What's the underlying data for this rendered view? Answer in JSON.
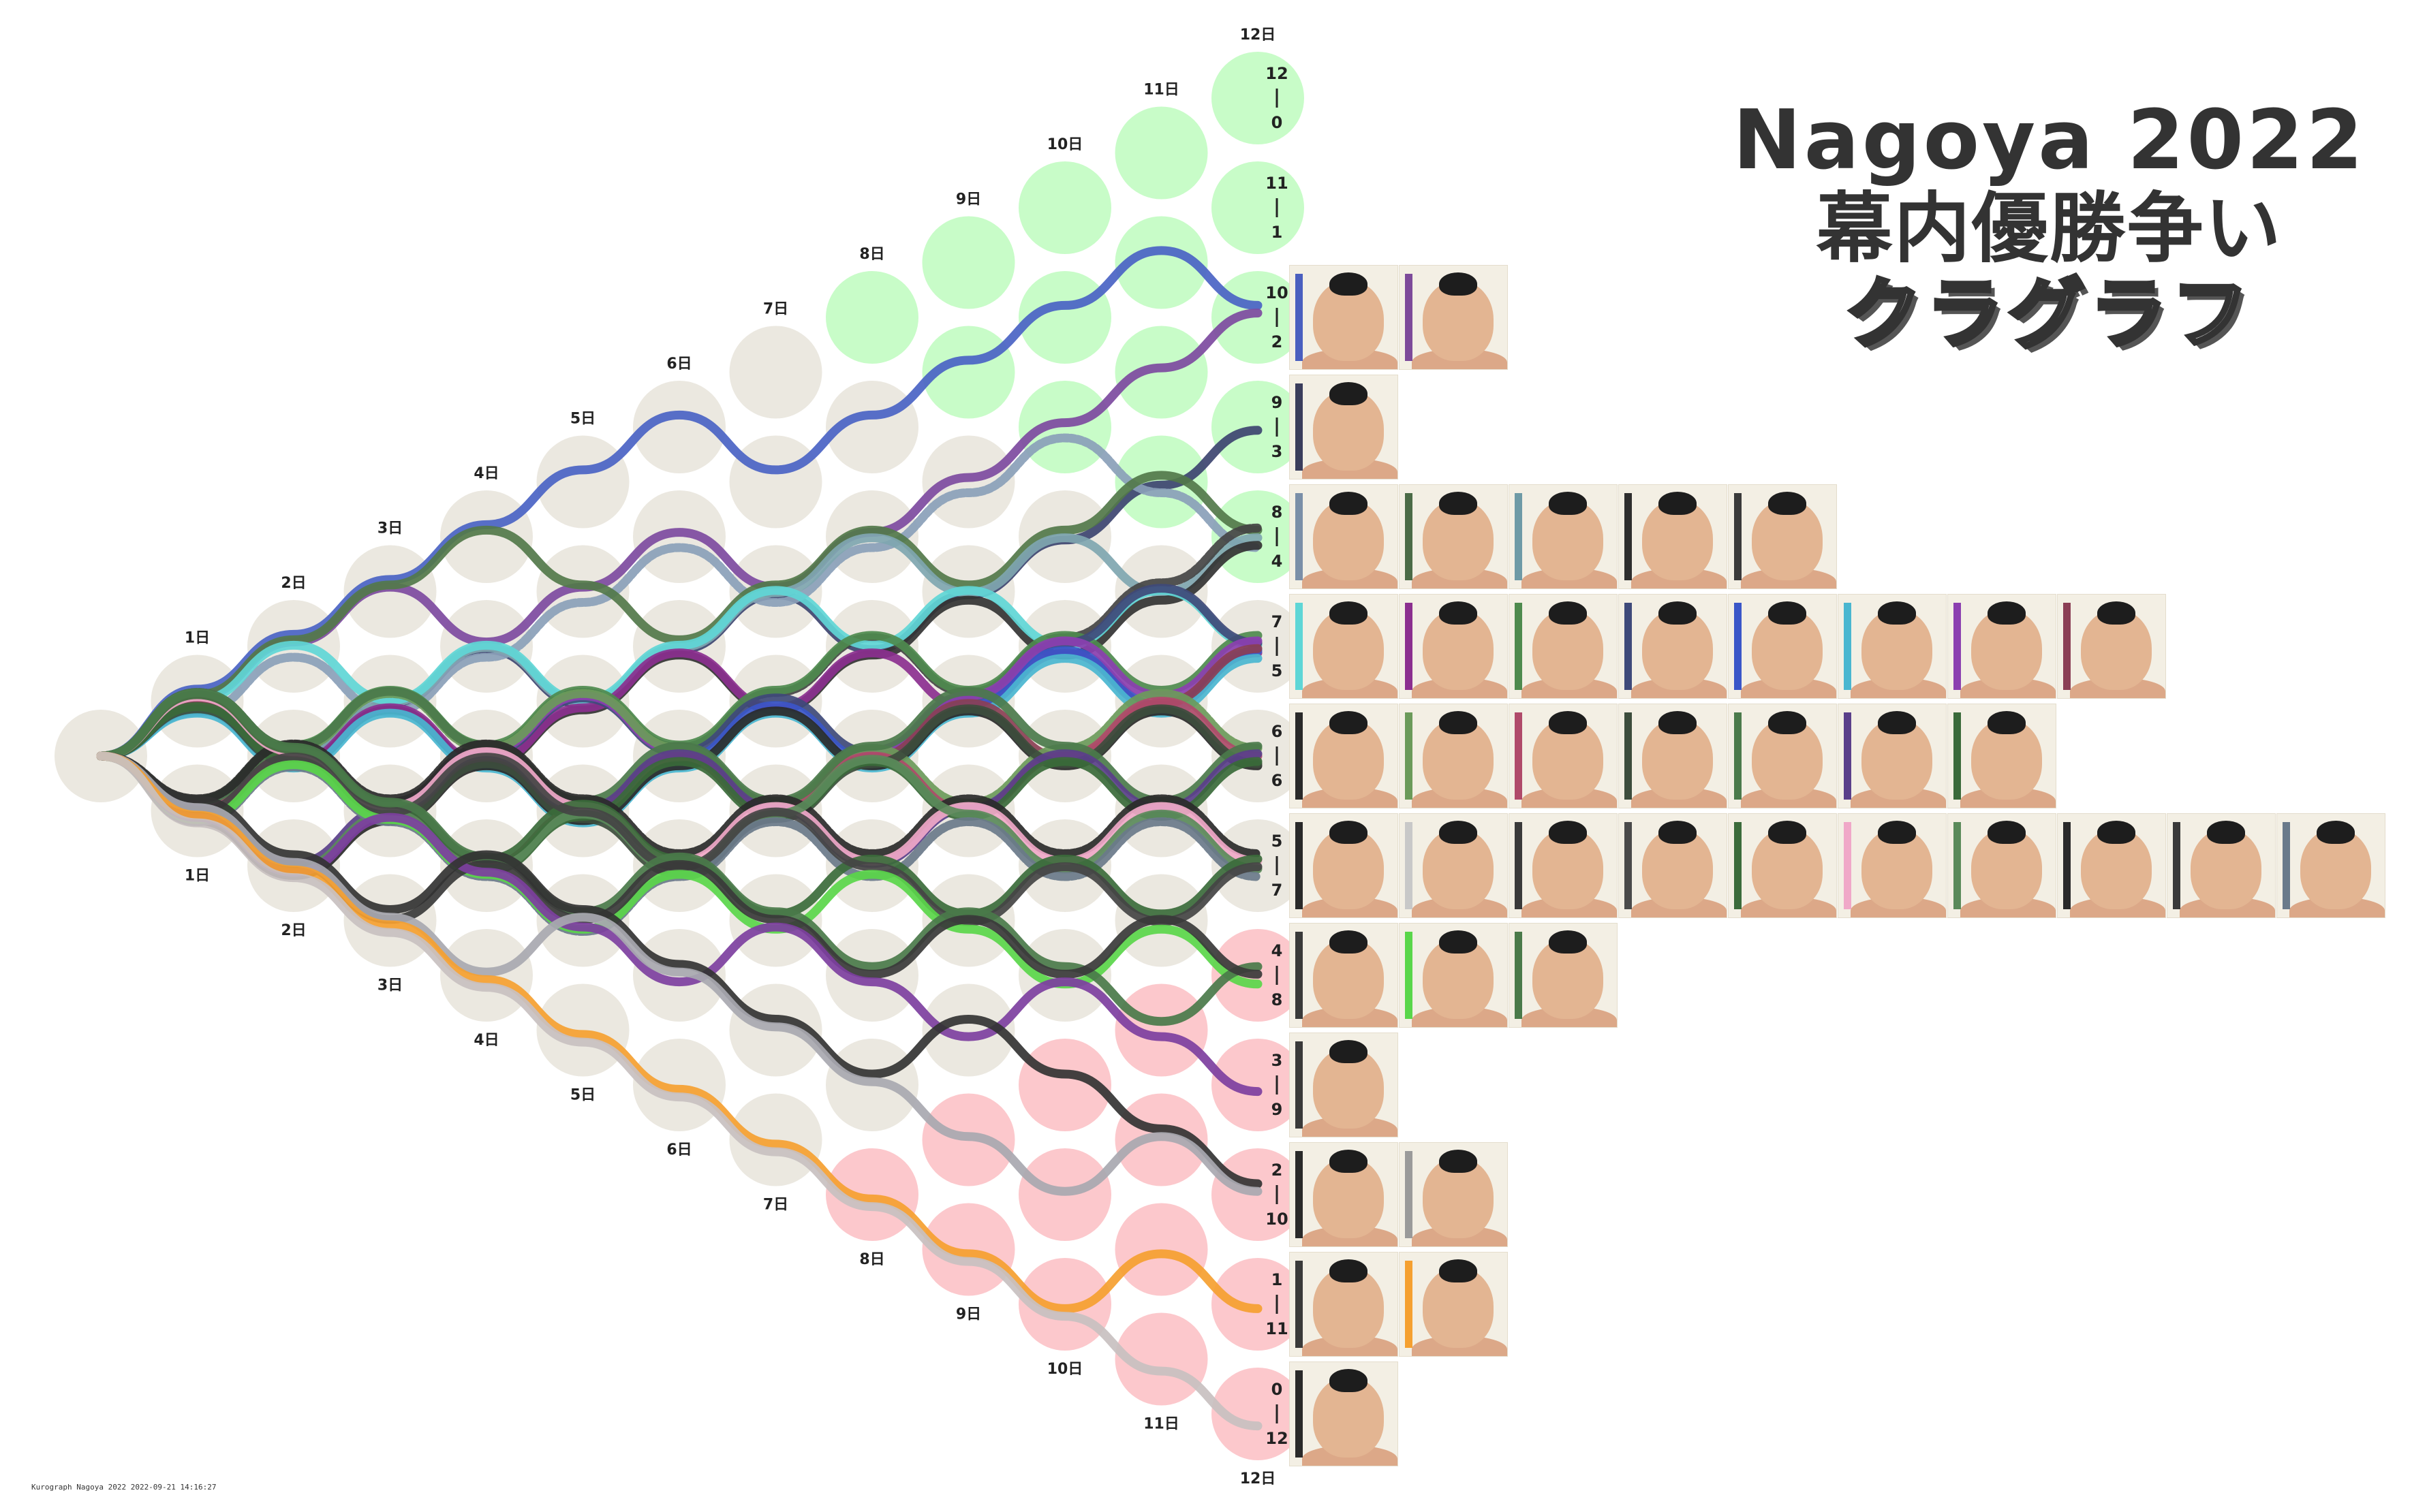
{
  "title": {
    "line1": "Nagoya 2022",
    "line2": "幕内優勝争い",
    "line3": "クラグラフ"
  },
  "footer": "Kurograph Nagoya 2022 2022-09-21 14:16:27",
  "colors": {
    "win_circle": "#c8fcc8",
    "loss_circle": "#fcc8cc",
    "neutral_circle": "#ebe8e0",
    "card_bg": "#f3efe4"
  },
  "chart_data": {
    "type": "tree",
    "days": 12,
    "day_labels_top": [
      "1日",
      "2日",
      "3日",
      "4日",
      "5日",
      "6日",
      "7日",
      "8日",
      "9日",
      "10日",
      "11日",
      "12日"
    ],
    "day_labels_bottom": [
      "1日",
      "2日",
      "3日",
      "4日",
      "5日",
      "6日",
      "7日",
      "8日",
      "9日",
      "10日",
      "11日",
      "12日"
    ],
    "records": [
      {
        "wins": "12",
        "losses": "0",
        "count": 0,
        "stripes": []
      },
      {
        "wins": "11",
        "losses": "1",
        "count": 0,
        "stripes": []
      },
      {
        "wins": "10",
        "losses": "2",
        "count": 2,
        "stripes": [
          "#4a5fbf",
          "#7d4a9a"
        ]
      },
      {
        "wins": "9",
        "losses": "3",
        "count": 1,
        "stripes": [
          "#3a3d5c"
        ]
      },
      {
        "wins": "8",
        "losses": "4",
        "count": 5,
        "stripes": [
          "#7a8fa8",
          "#4b6b47",
          "#6e9aa6",
          "#2e2e2e",
          "#3a3a3a"
        ]
      },
      {
        "wins": "7",
        "losses": "5",
        "count": 8,
        "stripes": [
          "#5fd6d6",
          "#8b2f8f",
          "#4e8a4e",
          "#3f4a7a",
          "#3a56c8",
          "#4ab6d0",
          "#8b3fb0",
          "#8b3f55"
        ]
      },
      {
        "wins": "6",
        "losses": "6",
        "count": 7,
        "stripes": [
          "#2a2a2a",
          "#6b9a5a",
          "#b04a6a",
          "#3d4d3d",
          "#4b7a4b",
          "#5a3f8a",
          "#3a6a3a"
        ]
      },
      {
        "wins": "5",
        "losses": "7",
        "count": 10,
        "stripes": [
          "#2a2a2a",
          "#c8c8c8",
          "#3a3a3a",
          "#4a4a4a",
          "#3b6b3b",
          "#f0a8c8",
          "#5a8a5a",
          "#2a2a2a",
          "#3a3a3a",
          "#6a7a8a"
        ]
      },
      {
        "wins": "4",
        "losses": "8",
        "count": 3,
        "stripes": [
          "#3a3a3a",
          "#5ad64a",
          "#4a7a4a"
        ]
      },
      {
        "wins": "3",
        "losses": "9",
        "count": 1,
        "stripes": [
          "#3a3a3a"
        ]
      },
      {
        "wins": "2",
        "losses": "10",
        "count": 2,
        "stripes": [
          "#2a2a2a",
          "#9a9a9a"
        ]
      },
      {
        "wins": "1",
        "losses": "11",
        "count": 2,
        "stripes": [
          "#3a3a3a",
          "#f5a030"
        ]
      },
      {
        "wins": "0",
        "losses": "12",
        "count": 1,
        "stripes": [
          "#2a2a2a"
        ]
      }
    ],
    "wrestler_paths": [
      {
        "color": "#4a63c4",
        "dashed": false,
        "path": [
          1,
          2,
          3,
          4,
          5,
          6,
          6,
          7,
          8,
          9,
          10,
          10
        ]
      },
      {
        "color": "#7d4aa0",
        "dashed": false,
        "path": [
          1,
          2,
          3,
          3,
          4,
          5,
          5,
          6,
          7,
          8,
          9,
          10
        ]
      },
      {
        "color": "#3d4470",
        "dashed": false,
        "path": [
          1,
          1,
          2,
          3,
          3,
          4,
          5,
          5,
          6,
          7,
          8,
          9
        ]
      },
      {
        "color": "#8aa0b8",
        "dashed": true,
        "path": [
          1,
          2,
          2,
          3,
          4,
          5,
          5,
          6,
          7,
          8,
          8,
          8
        ]
      },
      {
        "color": "#52784a",
        "dashed": false,
        "path": [
          1,
          2,
          3,
          4,
          4,
          4,
          5,
          6,
          6,
          7,
          8,
          8
        ]
      },
      {
        "color": "#7fa6b0",
        "dashed": false,
        "path": [
          1,
          1,
          2,
          3,
          3,
          4,
          5,
          6,
          6,
          7,
          7,
          8
        ]
      },
      {
        "color": "#333333",
        "dashed": false,
        "path": [
          1,
          1,
          2,
          2,
          3,
          4,
          4,
          5,
          6,
          6,
          7,
          8
        ]
      },
      {
        "color": "#444444",
        "dashed": true,
        "path": [
          1,
          1,
          1,
          2,
          3,
          3,
          4,
          5,
          5,
          6,
          7,
          8
        ]
      },
      {
        "color": "#5fd6d6",
        "dashed": false,
        "path": [
          1,
          2,
          2,
          3,
          3,
          4,
          5,
          5,
          6,
          6,
          7,
          7
        ]
      },
      {
        "color": "#8b2f8f",
        "dashed": false,
        "path": [
          1,
          1,
          2,
          2,
          3,
          4,
          4,
          5,
          5,
          6,
          6,
          7
        ]
      },
      {
        "color": "#4e8a4e",
        "dashed": false,
        "path": [
          0,
          1,
          2,
          2,
          3,
          3,
          4,
          5,
          5,
          6,
          6,
          7
        ]
      },
      {
        "color": "#3f4a7a",
        "dashed": false,
        "path": [
          1,
          1,
          1,
          2,
          3,
          3,
          4,
          4,
          5,
          6,
          7,
          7
        ]
      },
      {
        "color": "#3a56c8",
        "dashed": false,
        "path": [
          0,
          1,
          1,
          2,
          2,
          3,
          4,
          4,
          5,
          6,
          6,
          7
        ]
      },
      {
        "color": "#4ab6d0",
        "dashed": false,
        "path": [
          1,
          1,
          2,
          2,
          2,
          3,
          4,
          4,
          5,
          6,
          6,
          7
        ]
      },
      {
        "color": "#8b3fb0",
        "dashed": false,
        "path": [
          0,
          1,
          1,
          2,
          3,
          3,
          3,
          4,
          5,
          6,
          6,
          7
        ]
      },
      {
        "color": "#8b3f55",
        "dashed": false,
        "path": [
          1,
          1,
          1,
          2,
          2,
          3,
          3,
          4,
          5,
          5,
          6,
          7
        ]
      },
      {
        "color": "#2a2a2a",
        "dashed": false,
        "path": [
          0,
          0,
          1,
          2,
          2,
          3,
          4,
          4,
          5,
          5,
          6,
          6
        ]
      },
      {
        "color": "#6b9a5a",
        "dashed": true,
        "path": [
          1,
          1,
          2,
          2,
          3,
          3,
          3,
          4,
          4,
          5,
          6,
          6
        ]
      },
      {
        "color": "#b04a6a",
        "dashed": false,
        "path": [
          0,
          1,
          1,
          1,
          2,
          3,
          3,
          4,
          4,
          5,
          6,
          6
        ]
      },
      {
        "color": "#3d4d3d",
        "dashed": false,
        "path": [
          1,
          1,
          1,
          2,
          2,
          2,
          3,
          4,
          5,
          5,
          6,
          6
        ]
      },
      {
        "color": "#4b7a4b",
        "dashed": false,
        "path": [
          0,
          1,
          2,
          2,
          2,
          3,
          3,
          4,
          5,
          5,
          5,
          6
        ]
      },
      {
        "color": "#5a3f8a",
        "dashed": false,
        "path": [
          0,
          0,
          1,
          2,
          2,
          3,
          3,
          3,
          4,
          5,
          5,
          6
        ]
      },
      {
        "color": "#3a6a3a",
        "dashed": false,
        "path": [
          1,
          1,
          1,
          1,
          2,
          3,
          3,
          4,
          4,
          5,
          5,
          6
        ]
      },
      {
        "color": "#2a2a2a",
        "dashed": true,
        "path": [
          0,
          1,
          1,
          2,
          2,
          2,
          3,
          3,
          4,
          4,
          5,
          5
        ]
      },
      {
        "color": "#f0a8c8",
        "dashed": false,
        "path": [
          1,
          1,
          1,
          2,
          2,
          2,
          3,
          3,
          4,
          4,
          5,
          5
        ]
      },
      {
        "color": "#5a8a5a",
        "dashed": false,
        "path": [
          0,
          0,
          1,
          1,
          2,
          2,
          3,
          4,
          4,
          4,
          5,
          5
        ]
      },
      {
        "color": "#6a7a8a",
        "dashed": true,
        "path": [
          0,
          1,
          1,
          1,
          1,
          2,
          3,
          3,
          4,
          4,
          5,
          5
        ]
      },
      {
        "color": "#3b6b3b",
        "dashed": false,
        "path": [
          1,
          1,
          1,
          1,
          2,
          2,
          2,
          3,
          3,
          4,
          4,
          5
        ]
      },
      {
        "color": "#444444",
        "dashed": false,
        "path": [
          0,
          1,
          1,
          2,
          2,
          2,
          3,
          3,
          3,
          4,
          4,
          5
        ]
      },
      {
        "color": "#5ad64a",
        "dashed": false,
        "path": [
          0,
          1,
          1,
          1,
          1,
          2,
          2,
          3,
          3,
          3,
          4,
          4
        ]
      },
      {
        "color": "#4a7a4a",
        "dashed": false,
        "path": [
          1,
          1,
          1,
          1,
          1,
          2,
          2,
          2,
          3,
          3,
          3,
          4
        ]
      },
      {
        "color": "#3a3a3a",
        "dashed": false,
        "path": [
          0,
          0,
          0,
          1,
          1,
          2,
          2,
          2,
          3,
          3,
          4,
          4
        ]
      },
      {
        "color": "#7d3fa0",
        "dashed": false,
        "path": [
          0,
          0,
          1,
          1,
          1,
          1,
          2,
          2,
          2,
          3,
          3,
          3
        ]
      },
      {
        "color": "#333333",
        "dashed": false,
        "path": [
          0,
          0,
          0,
          1,
          1,
          1,
          1,
          1,
          2,
          2,
          2,
          2
        ]
      },
      {
        "color": "#a8a8b0",
        "dashed": false,
        "path": [
          0,
          0,
          0,
          0,
          1,
          1,
          1,
          1,
          1,
          1,
          2,
          2
        ]
      },
      {
        "color": "#f5a030",
        "dashed": false,
        "path": [
          0,
          0,
          0,
          0,
          0,
          0,
          0,
          0,
          0,
          0,
          1,
          1
        ]
      },
      {
        "color": "#c8c0c0",
        "dashed": false,
        "path": [
          0,
          0,
          0,
          0,
          0,
          0,
          0,
          0,
          0,
          0,
          0,
          0
        ]
      }
    ]
  }
}
